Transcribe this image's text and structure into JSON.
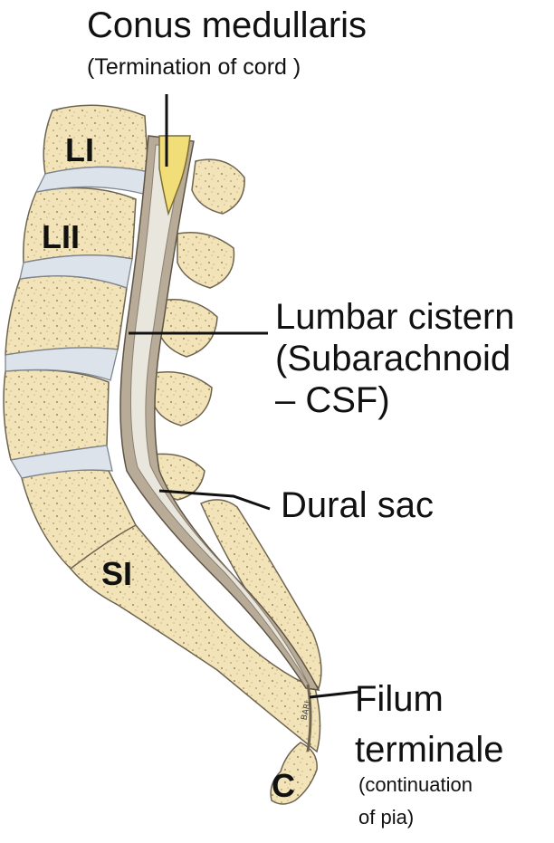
{
  "labels": {
    "conus_title": "Conus medullaris",
    "conus_sub": "(Termination of cord )",
    "cistern_1": "Lumbar cistern",
    "cistern_2": "(Subarachnoid",
    "cistern_3": "– CSF)",
    "dural": "Dural sac",
    "filum_1": "Filum",
    "filum_2": "terminale",
    "filum_3": "(continuation",
    "filum_4": "of pia)"
  },
  "vertebrae": {
    "l1": "LI",
    "l2": "LII",
    "s1": "SI",
    "c": "C"
  },
  "signature": "BARI",
  "colors": {
    "bone": "#f2e3b8",
    "disc": "#dde3ea",
    "conus": "#f1de79",
    "csf": "#e9e6de",
    "dura": "#b8ab97"
  }
}
